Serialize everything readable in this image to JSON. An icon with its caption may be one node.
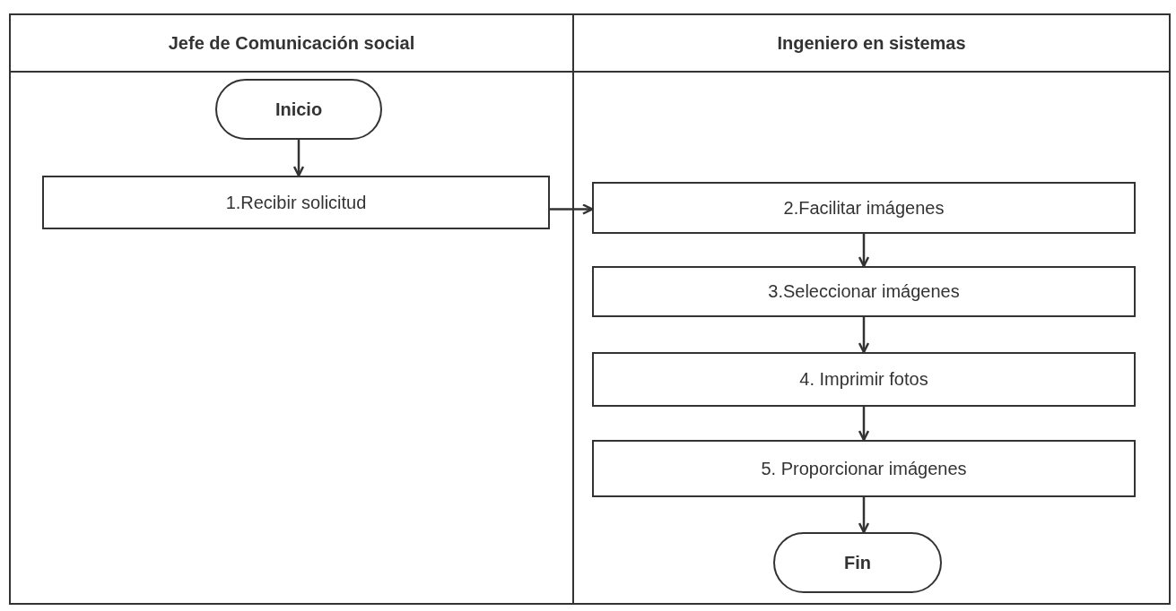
{
  "diagram": {
    "nodes": [
      {
        "text": [
          "Jefe de Comunicación social"
        ]
      },
      {
        "text": [
          "Inicio"
        ],
        "in": 0
      },
      {
        "text": [
          "1.Recibir solicitud"
        ],
        "in": 0
      },
      {
        "text": [
          "Ingeniero en sistemas"
        ]
      },
      {
        "text": [
          "2.Facilitar imágenes"
        ],
        "in": 3
      },
      {
        "text": [
          "3.Seleccionar imágenes"
        ],
        "in": 3
      },
      {
        "text": [
          "4. Imprimir fotos"
        ],
        "in": 3
      },
      {
        "text": [
          "5. Proporcionar imágenes"
        ],
        "in": 3
      },
      {
        "text": [
          "Fin"
        ],
        "in": 3
      }
    ],
    "edges": [
      {
        "from": 1,
        "to": 2,
        "arrow": "to"
      },
      {
        "from": 2,
        "to": 4,
        "arrow": "to"
      },
      {
        "from": 4,
        "to": 5,
        "arrow": "to"
      },
      {
        "from": 5,
        "to": 6,
        "arrow": "to"
      },
      {
        "from": 6,
        "to": 7,
        "arrow": "to"
      },
      {
        "from": 7,
        "to": 8,
        "arrow": "to"
      }
    ]
  }
}
